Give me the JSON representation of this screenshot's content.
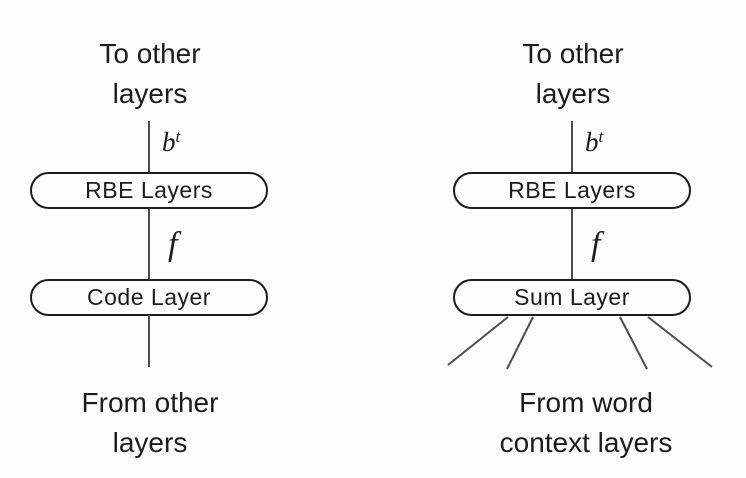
{
  "figure": {
    "background_color": "#fdfdfd",
    "connector_color": "#4d4d4d",
    "box_border_color": "#1c1c1c",
    "text_color": "#1c1c1c"
  },
  "diagrams": [
    {
      "side": "left",
      "top_label_lines": [
        "To other",
        "layers"
      ],
      "edge_labels": {
        "upper_base": "b",
        "upper_sup": "t",
        "lower": "f"
      },
      "boxes": [
        {
          "label": "RBE Layers"
        },
        {
          "label": "Code Layer"
        }
      ],
      "bottom_label_lines": [
        "From other",
        "layers"
      ]
    },
    {
      "side": "right",
      "top_label_lines": [
        "To other",
        "layers"
      ],
      "edge_labels": {
        "upper_base": "b",
        "upper_sup": "t",
        "lower": "f"
      },
      "boxes": [
        {
          "label": "RBE Layers"
        },
        {
          "label": "Sum Layer"
        }
      ],
      "bottom_label_lines": [
        "From word",
        "context layers"
      ]
    }
  ]
}
